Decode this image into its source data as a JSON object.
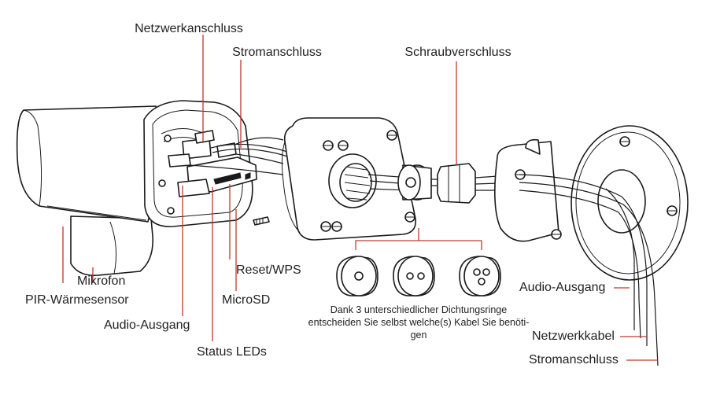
{
  "labels": {
    "netzwerkanschluss": "Netzwerkanschluss",
    "stromanschluss_top": "Stromanschluss",
    "schraubverschluss": "Schraubverschluss",
    "reset_wps": "Reset/WPS",
    "mikrofon": "Mikrofon",
    "pir": "PIR-Wärmesensor",
    "microsd": "MicroSD",
    "audio_ausgang_left": "Audio-Ausgang",
    "status_leds": "Status LEDs",
    "audio_ausgang_right": "Audio-Ausgang",
    "netzwerkkabel": "Netzwerkkabel",
    "stromanschluss_bottom": "Stromanschluss"
  },
  "caption": {
    "line1": "Dank 3 unterschiedlicher Dichtungsringe",
    "line2": "entscheiden Sie selbst welche(s) Kabel Sie benöti-",
    "line3": "gen"
  },
  "colors": {
    "leader": "#c0392b",
    "outline": "#1a1a1a",
    "background": "#ffffff"
  }
}
